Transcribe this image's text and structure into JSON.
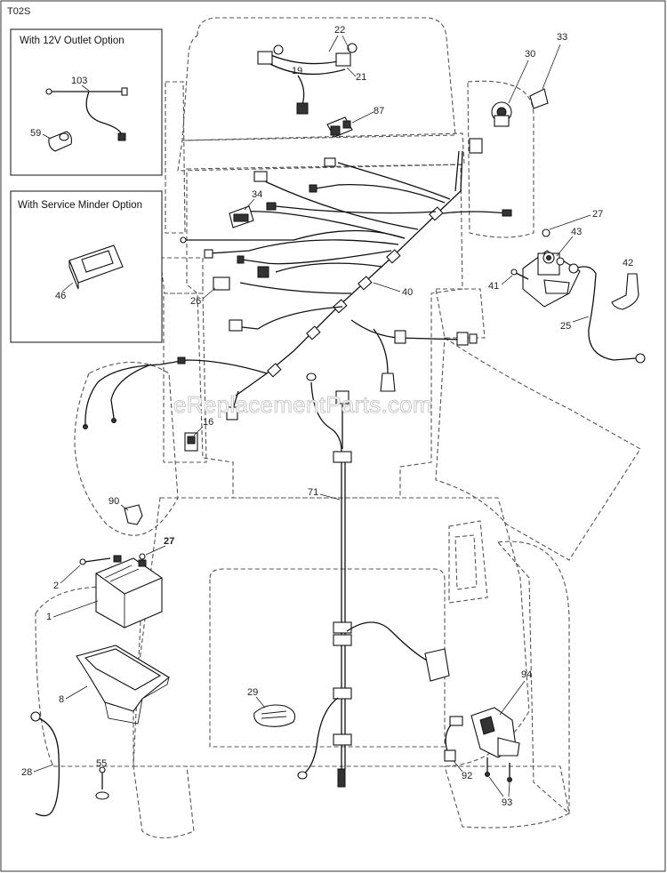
{
  "diagram_code": "T02S",
  "inset_boxes": {
    "outlet": {
      "title": "With 12V Outlet Option",
      "parts": [
        "103",
        "59"
      ]
    },
    "service_minder": {
      "title": "With Service Minder Option",
      "parts": [
        "46"
      ]
    }
  },
  "watermark": "eReplacementParts.com",
  "callouts": {
    "c22": "22",
    "c19": "19",
    "c21": "21",
    "c87": "87",
    "c30": "30",
    "c33": "33",
    "c34": "34",
    "c27a": "27",
    "c43": "43",
    "c42": "42",
    "c41": "41",
    "c25": "25",
    "c40": "40",
    "c26": "26",
    "c16": "16",
    "c90": "90",
    "c71": "71",
    "c27b": "27",
    "c2": "2",
    "c1": "1",
    "c8": "8",
    "c29": "29",
    "c94": "94",
    "c92": "92",
    "c93": "93",
    "c28": "28",
    "c55": "55"
  }
}
